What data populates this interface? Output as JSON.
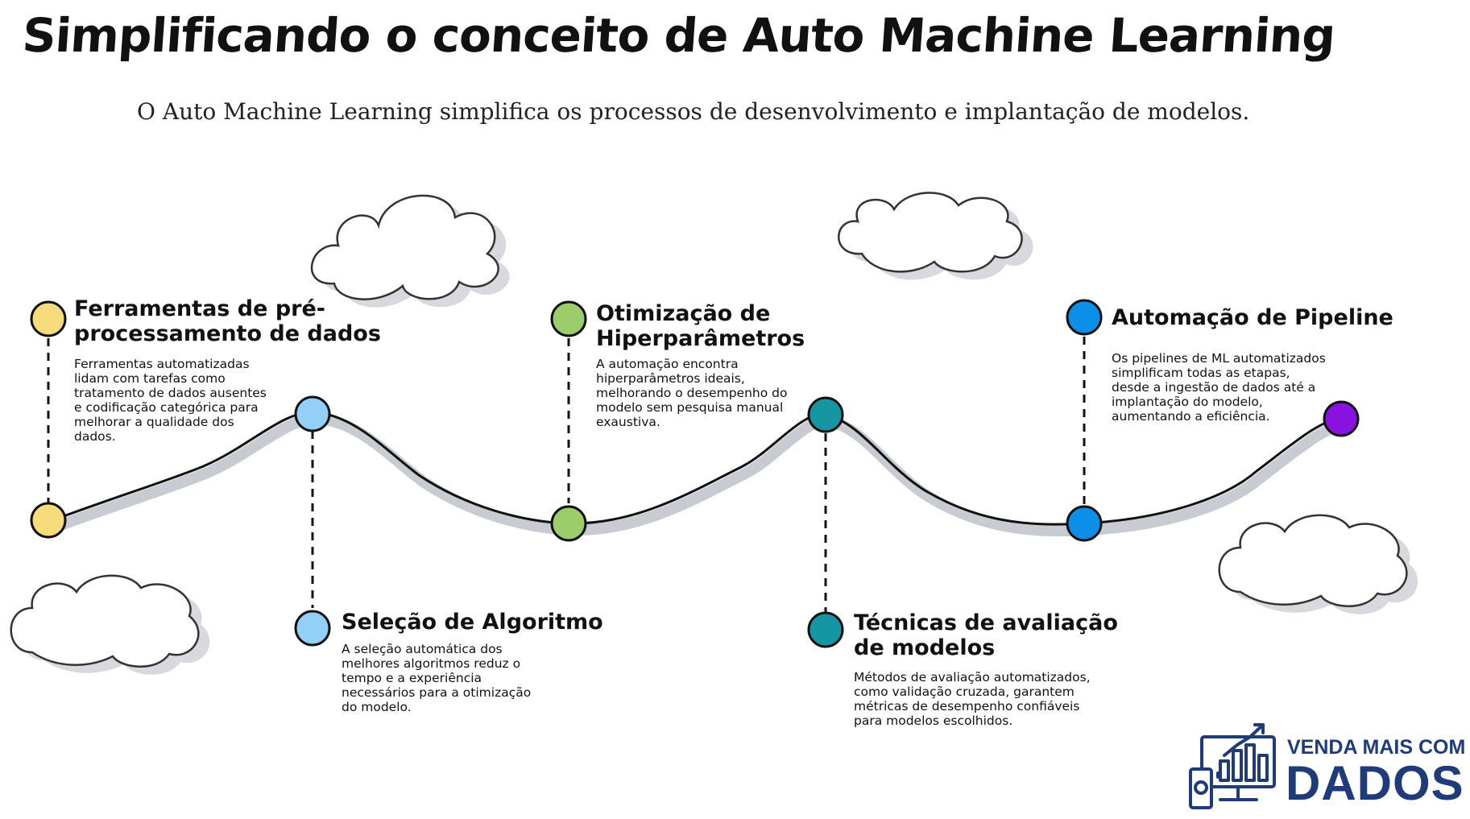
{
  "header": {
    "title": "Simplificando o conceito de  Auto Machine Learning",
    "subtitle": "O Auto Machine Learning simplifica os processos de desenvolvimento e implantação de modelos."
  },
  "steps": [
    {
      "title": "Ferramentas de pré-\nprocessamento de dados",
      "description": "Ferramentas automatizadas\nlidam com tarefas como\ntratamento de dados ausentes\ne codificação categórica para\nmelhorar a qualidade dos\ndados.",
      "color": "#f7dc7c"
    },
    {
      "title": "Seleção de Algoritmo",
      "description": "A seleção automática dos\nmelhores algoritmos reduz o\ntempo e a experiência\nnecessários para a otimização\ndo modelo.",
      "color": "#93cff7"
    },
    {
      "title": "Otimização de\nHiperparâmetros",
      "description": "A automação encontra\nhiperparâmetros ideais,\nmelhorando o desempenho do\nmodelo sem pesquisa manual\nexaustiva.",
      "color": "#9dcc6a"
    },
    {
      "title": "Técnicas de avaliação\nde modelos",
      "description": "Métodos de avaliação automatizados,\ncomo validação cruzada, garantem\nmétricas de desempenho confiáveis\npara modelos escolhidos.",
      "color": "#1596a2"
    },
    {
      "title": "Automação de Pipeline",
      "description": "Os pipelines de ML automatizados\nsimplificam todas as etapas,\ndesde a ingestão de dados até a\nimplantação do modelo,\naumentando a eficiência.",
      "color": "#0b8fe8"
    }
  ],
  "end_marker": {
    "color": "#8a12e0"
  },
  "logo": {
    "line1": "VENDA MAIS COM",
    "line2": "DADOS",
    "color": "#1f3b7a",
    "icon": "analytics-monitor-icon"
  }
}
